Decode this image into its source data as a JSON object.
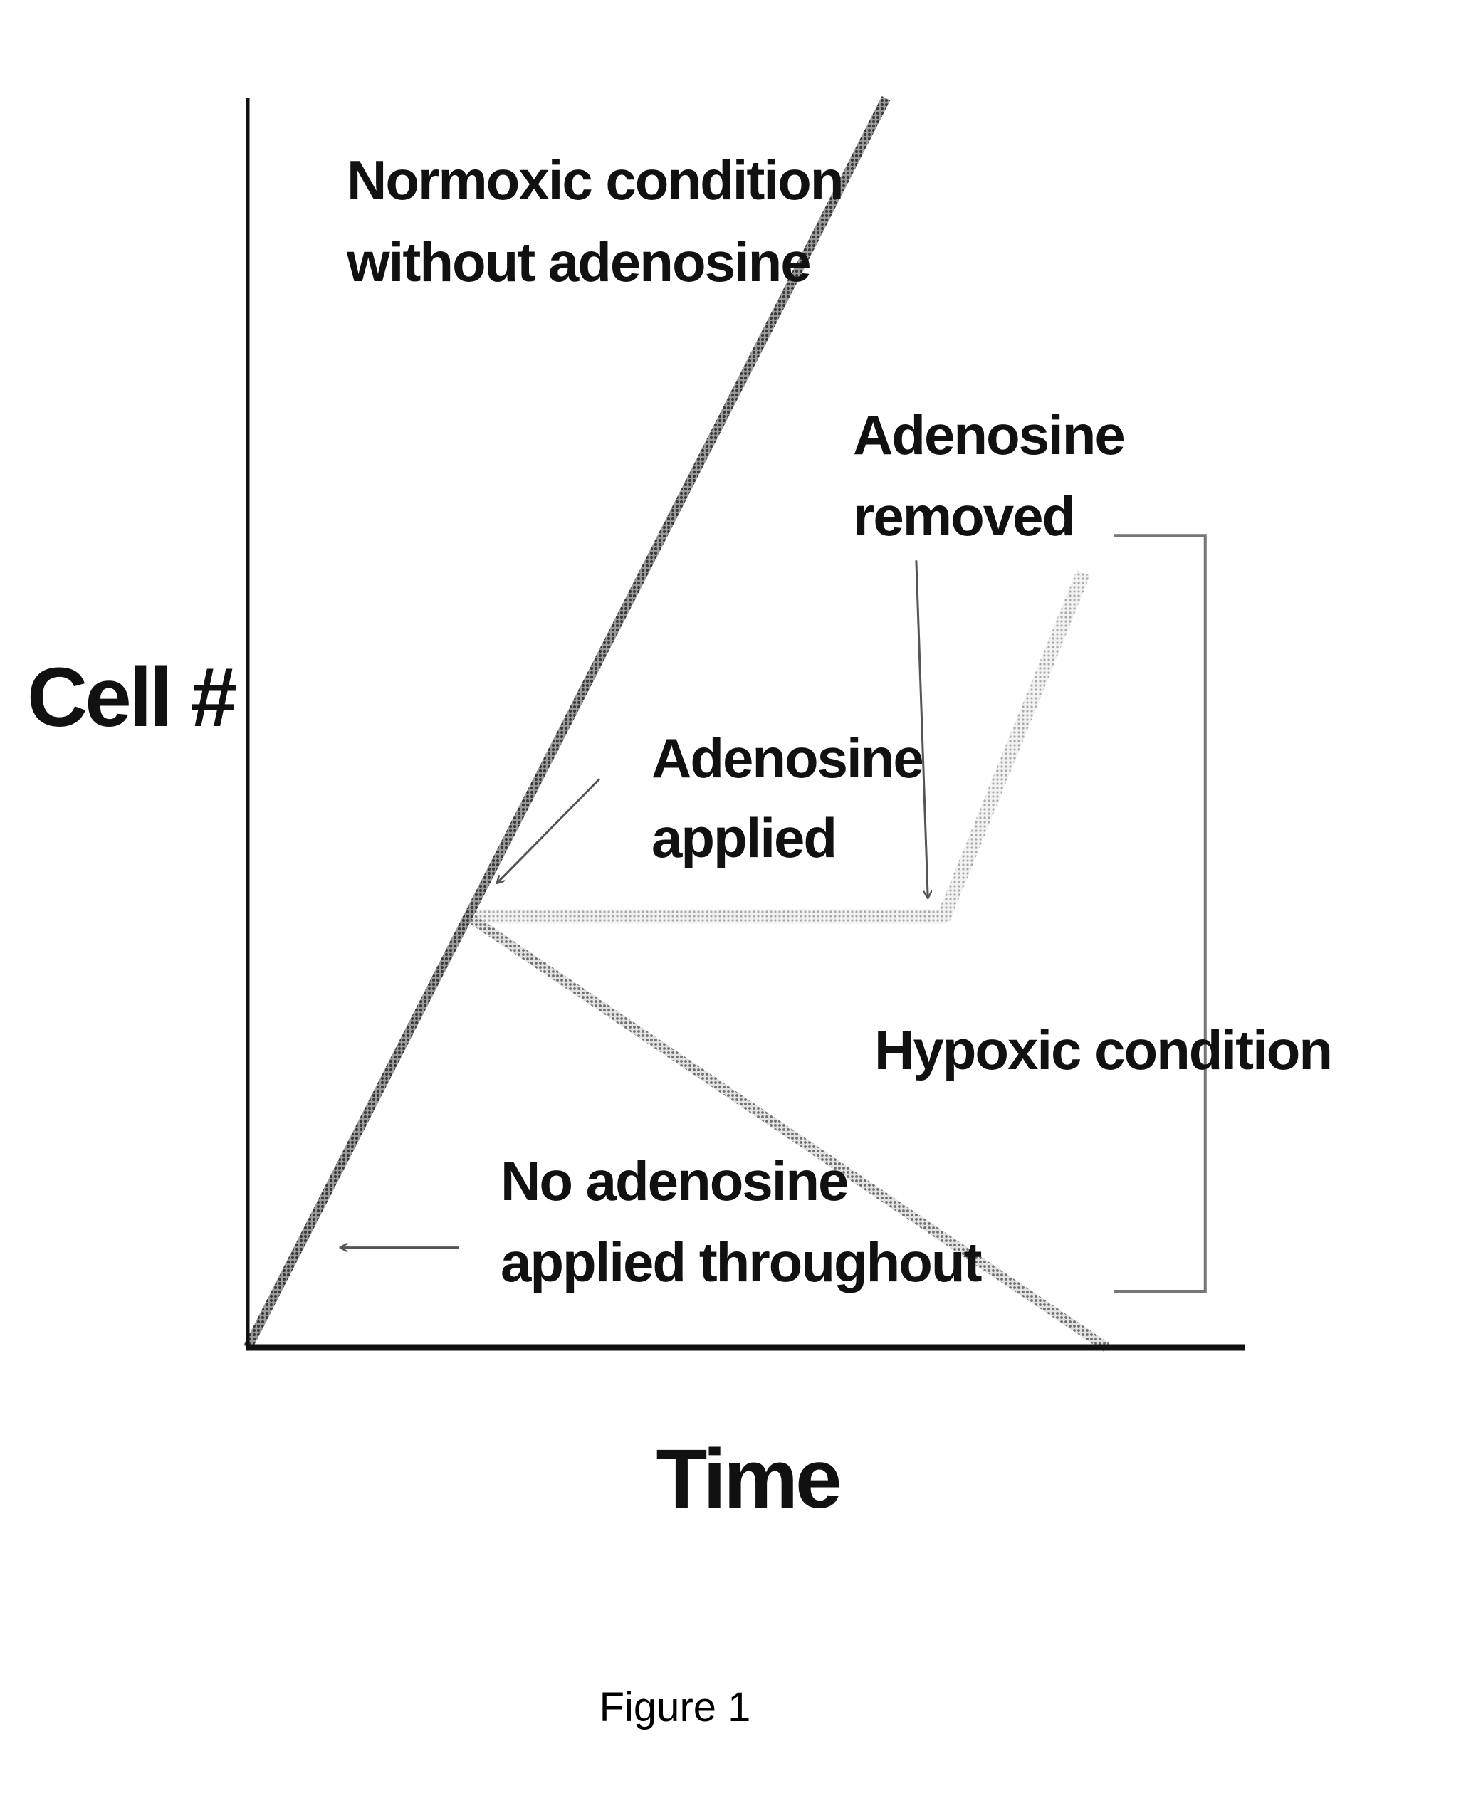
{
  "chart_data": {
    "type": "line",
    "xlabel": "Time",
    "ylabel": "Cell #",
    "x_ticks": [],
    "y_ticks": [],
    "series": [
      {
        "points": [
          [
            0,
            0
          ],
          [
            5.5,
            10
          ]
        ],
        "style": "dark"
      },
      {
        "points": [
          [
            1.9,
            3.45
          ],
          [
            6.0,
            3.45
          ],
          [
            7.2,
            6.2
          ]
        ],
        "style": "light"
      },
      {
        "points": [
          [
            1.9,
            3.45
          ],
          [
            7.4,
            0
          ]
        ],
        "style": "medium"
      }
    ],
    "bracket": {
      "x": 8.25,
      "y_range": [
        0.45,
        6.5
      ]
    },
    "annotations": [
      {
        "lines": [
          "Normoxic condition",
          "without adenosine"
        ]
      },
      {
        "lines": [
          "Adenosine",
          "removed"
        ],
        "arrow_from": [
          5.76,
          6.3
        ],
        "arrow_to": [
          5.86,
          3.6
        ]
      },
      {
        "lines": [
          "Adenosine",
          "applied"
        ],
        "arrow_from": [
          3.03,
          4.55
        ],
        "arrow_to": [
          2.15,
          3.72
        ]
      },
      {
        "lines": [
          "Hypoxic condition"
        ]
      },
      {
        "lines": [
          "No adenosine",
          "applied throughout"
        ],
        "arrow_from": [
          1.82,
          0.8
        ],
        "arrow_to": [
          0.8,
          0.8
        ]
      }
    ],
    "xlim": [
      0,
      8
    ],
    "ylim": [
      0,
      10
    ],
    "grid": false,
    "legend": "none",
    "caption": "Figure 1"
  }
}
